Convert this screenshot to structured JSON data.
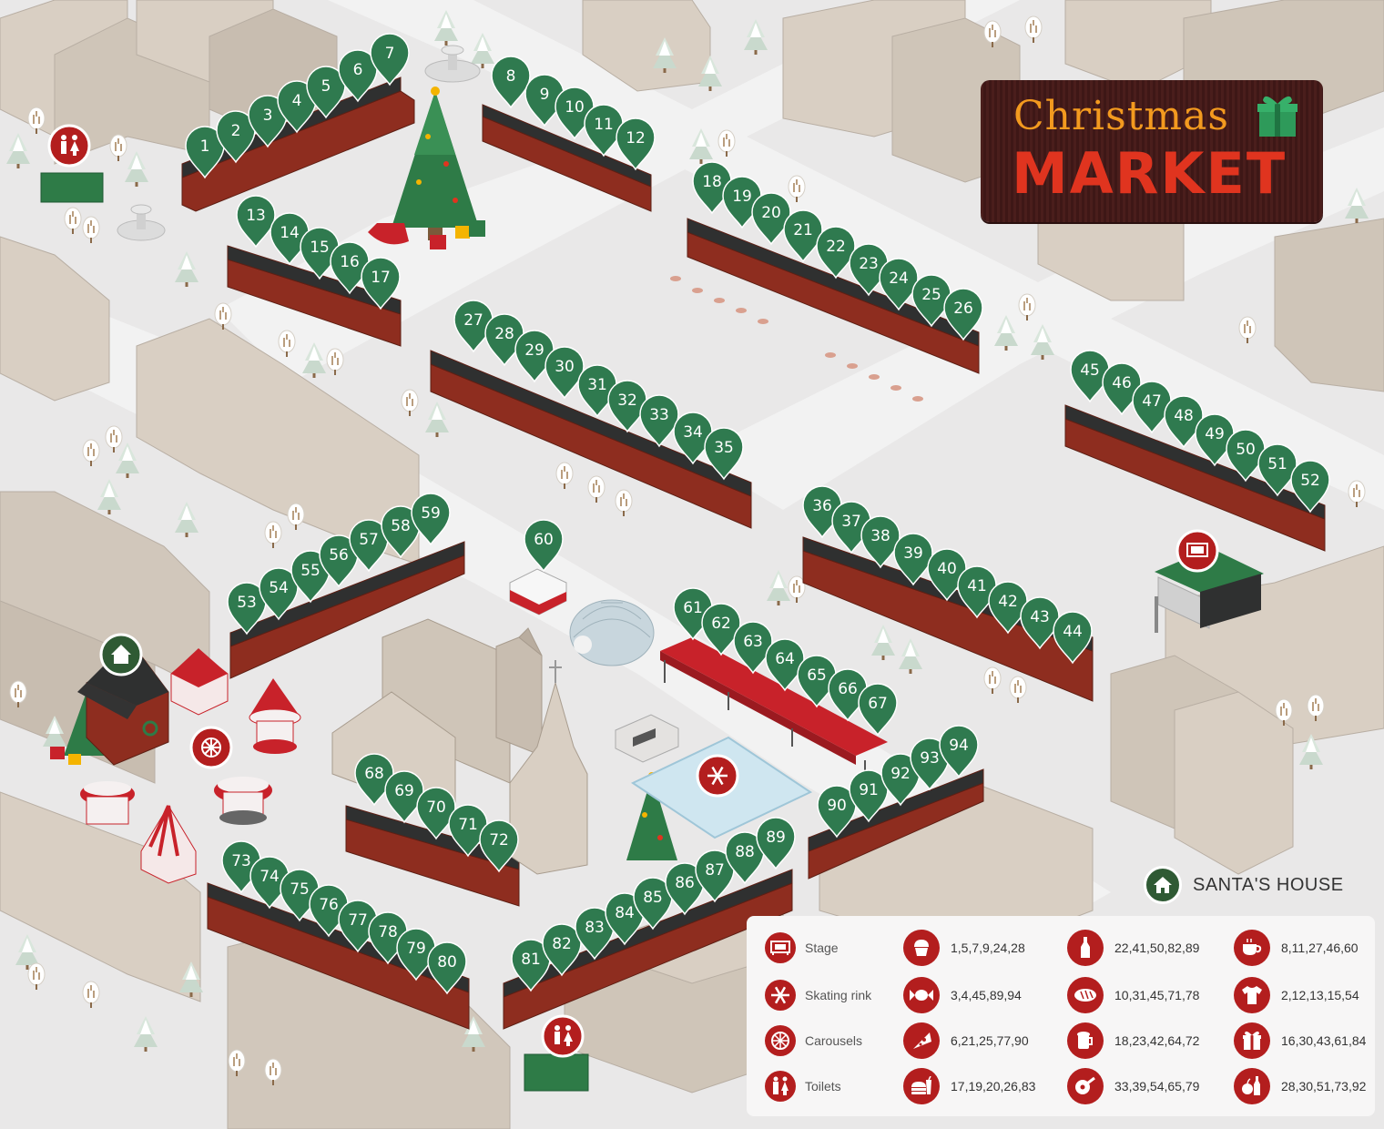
{
  "title": {
    "line1": "Christmas",
    "line2": "MARKET"
  },
  "santa_house_label": "SANTA'S HOUSE",
  "colors": {
    "pin": "#2f7a4f",
    "pin_dark": "#23633f",
    "stall_red": "#8e2d1f",
    "legend_icon": "#b31e1e",
    "title_bg": "#3f1818",
    "title_orange": "#f39a1f",
    "title_red": "#e0341f"
  },
  "stall_numbers": [
    "1",
    "2",
    "3",
    "4",
    "5",
    "6",
    "7",
    "8",
    "9",
    "10",
    "11",
    "12",
    "13",
    "14",
    "15",
    "16",
    "17",
    "18",
    "19",
    "20",
    "21",
    "22",
    "23",
    "24",
    "25",
    "26",
    "27",
    "28",
    "29",
    "30",
    "31",
    "32",
    "33",
    "34",
    "35",
    "36",
    "37",
    "38",
    "39",
    "40",
    "41",
    "42",
    "43",
    "44",
    "45",
    "46",
    "47",
    "48",
    "49",
    "50",
    "51",
    "52",
    "53",
    "54",
    "55",
    "56",
    "57",
    "58",
    "59",
    "60",
    "61",
    "62",
    "63",
    "64",
    "65",
    "66",
    "67",
    "68",
    "69",
    "70",
    "71",
    "72",
    "73",
    "74",
    "75",
    "76",
    "77",
    "78",
    "79",
    "80",
    "81",
    "82",
    "83",
    "84",
    "85",
    "86",
    "87",
    "88",
    "89",
    "90",
    "91",
    "92",
    "93",
    "94"
  ],
  "map_markers": [
    {
      "name": "toilets",
      "icon": "toilets-icon"
    },
    {
      "name": "santas-house",
      "icon": "house-icon"
    },
    {
      "name": "carousels",
      "icon": "ferris-wheel-icon"
    },
    {
      "name": "skating-rink",
      "icon": "snowflake-icon"
    },
    {
      "name": "stage",
      "icon": "stage-icon"
    }
  ],
  "legend": {
    "facilities": [
      {
        "icon": "stage-icon",
        "label": "Stage"
      },
      {
        "icon": "snowflake-icon",
        "label": "Skating rink"
      },
      {
        "icon": "ferris-wheel-icon",
        "label": "Carousels"
      },
      {
        "icon": "toilets-icon",
        "label": "Toilets"
      }
    ],
    "columns": [
      [
        {
          "icon": "cupcake-icon",
          "stalls": "1,5,7,9,24,28"
        },
        {
          "icon": "candy-icon",
          "stalls": "3,4,45,89,94"
        },
        {
          "icon": "pizza-icon",
          "stalls": "6,21,25,77,90"
        },
        {
          "icon": "burger-drink-icon",
          "stalls": "17,19,20,26,83"
        }
      ],
      [
        {
          "icon": "bottle-icon",
          "stalls": "22,41,50,82,89"
        },
        {
          "icon": "bread-icon",
          "stalls": "10,31,45,71,78"
        },
        {
          "icon": "beer-icon",
          "stalls": "18,23,42,64,72"
        },
        {
          "icon": "ham-icon",
          "stalls": "33,39,54,65,79"
        }
      ],
      [
        {
          "icon": "coffee-icon",
          "stalls": "8,11,27,46,60"
        },
        {
          "icon": "tshirt-icon",
          "stalls": "2,12,13,15,54"
        },
        {
          "icon": "gift-icon",
          "stalls": "16,30,43,61,84"
        },
        {
          "icon": "apple-bottle-icon",
          "stalls": "28,30,51,73,92"
        }
      ]
    ]
  }
}
